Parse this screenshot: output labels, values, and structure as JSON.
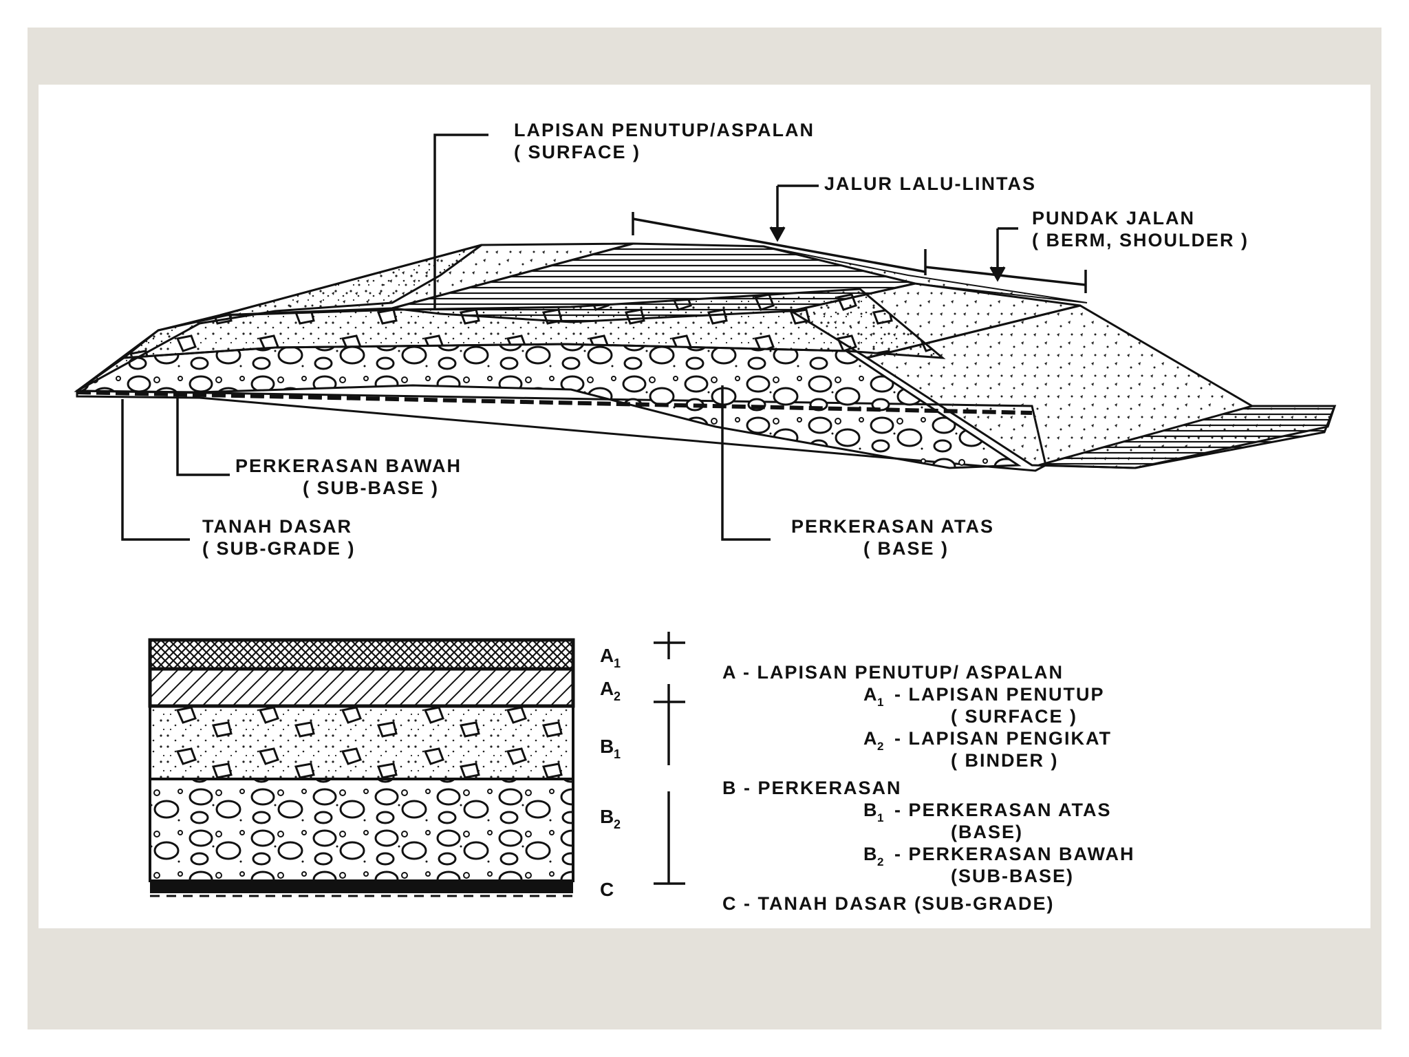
{
  "top_diagram": {
    "surface_label": "LAPISAN PENUTUP/ASPALAN",
    "surface_sub": "( SURFACE )",
    "traffic_lane": "JALUR LALU-LINTAS",
    "shoulder_label": "PUNDAK JALAN",
    "shoulder_sub": "( BERM, SHOULDER )",
    "subbase_label": "PERKERASAN BAWAH",
    "subbase_sub": "( SUB-BASE )",
    "subgrade_label": "TANAH DASAR",
    "subgrade_sub": "( SUB-GRADE )",
    "base_label": "PERKERASAN ATAS",
    "base_sub": "( BASE )"
  },
  "section": {
    "layer_tags": [
      "A",
      "1",
      "A",
      "2",
      "B",
      "1",
      "B",
      "2",
      "C"
    ]
  },
  "legend": {
    "a_line": "A  -  LAPISAN PENUTUP/ ASPALAN",
    "a1_code": "A",
    "a1_sub": "1",
    "a1_text": "-  LAPISAN PENUTUP",
    "a1_paren": "( SURFACE )",
    "a2_code": "A",
    "a2_sub": "2",
    "a2_text": "-  LAPISAN PENGIKAT",
    "a2_paren": "( BINDER )",
    "b_line": "B  -  PERKERASAN",
    "b1_code": "B",
    "b1_sub": "1",
    "b1_text": "-  PERKERASAN ATAS",
    "b1_paren": "(BASE)",
    "b2_code": "B",
    "b2_sub": "2",
    "b2_text": "-  PERKERASAN BAWAH",
    "b2_paren": "(SUB-BASE)",
    "c_line": "C  -  TANAH DASAR (SUB-GRADE)"
  }
}
